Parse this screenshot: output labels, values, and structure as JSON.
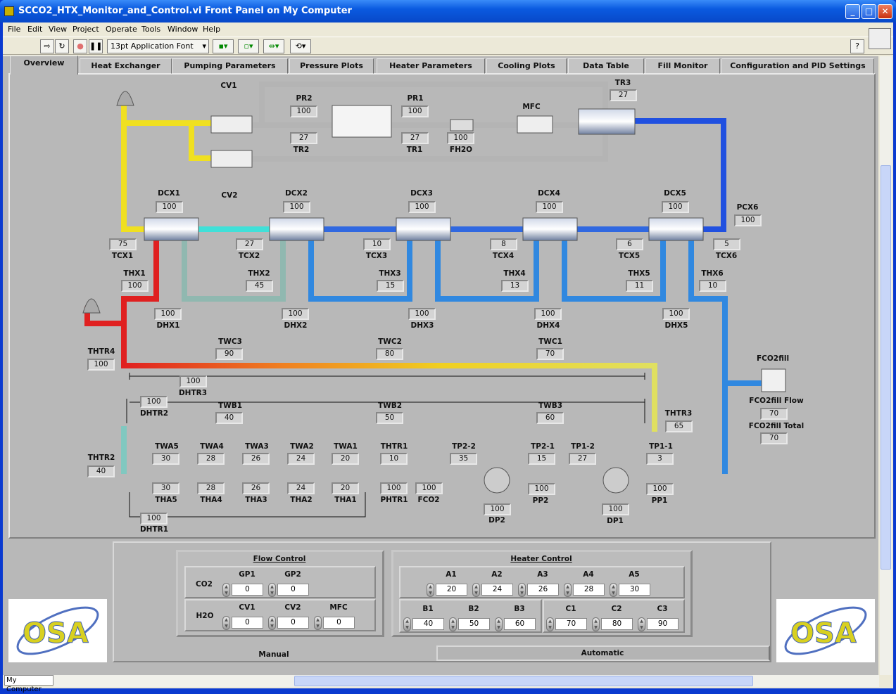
{
  "window": {
    "title": "SCCO2_HTX_Monitor_and_Control.vi Front Panel on My Computer"
  },
  "menu": [
    "File",
    "Edit",
    "View",
    "Project",
    "Operate",
    "Tools",
    "Window",
    "Help"
  ],
  "toolbar": {
    "font": "13pt Application Font"
  },
  "tabs": [
    "Overview",
    "Heat Exchanger",
    "Pumping Parameters",
    "Pressure Plots",
    "Heater Parameters",
    "Cooling Plots",
    "Data Table",
    "Fill Monitor",
    "Configuration and PID Settings"
  ],
  "labels": {
    "CV1": "CV1",
    "CV2": "CV2",
    "MFC": "MFC",
    "FCO2fill": "FCO2fill"
  },
  "indicators": {
    "PR2": {
      "label": "PR2",
      "value": "100"
    },
    "PR1": {
      "label": "PR1",
      "value": "100"
    },
    "TR2": {
      "label": "TR2",
      "value": "27"
    },
    "TR1": {
      "label": "TR1",
      "value": "27"
    },
    "FH2O": {
      "label": "FH2O",
      "value": "100"
    },
    "TR3": {
      "label": "TR3",
      "value": "27"
    },
    "DCX1": {
      "label": "DCX1",
      "value": "100"
    },
    "DCX2": {
      "label": "DCX2",
      "value": "100"
    },
    "DCX3": {
      "label": "DCX3",
      "value": "100"
    },
    "DCX4": {
      "label": "DCX4",
      "value": "100"
    },
    "DCX5": {
      "label": "DCX5",
      "value": "100"
    },
    "PCX6": {
      "label": "PCX6",
      "value": "100"
    },
    "TCX1": {
      "label": "TCX1",
      "value": "75"
    },
    "TCX2": {
      "label": "TCX2",
      "value": "27"
    },
    "TCX3": {
      "label": "TCX3",
      "value": "10"
    },
    "TCX4": {
      "label": "TCX4",
      "value": "8"
    },
    "TCX5": {
      "label": "TCX5",
      "value": "6"
    },
    "TCX6": {
      "label": "TCX6",
      "value": "5"
    },
    "THX1": {
      "label": "THX1",
      "value": "100"
    },
    "THX2": {
      "label": "THX2",
      "value": "45"
    },
    "THX3": {
      "label": "THX3",
      "value": "15"
    },
    "THX4": {
      "label": "THX4",
      "value": "13"
    },
    "THX5": {
      "label": "THX5",
      "value": "11"
    },
    "THX6": {
      "label": "THX6",
      "value": "10"
    },
    "DHX1": {
      "label": "DHX1",
      "value": "100"
    },
    "DHX2": {
      "label": "DHX2",
      "value": "100"
    },
    "DHX3": {
      "label": "DHX3",
      "value": "100"
    },
    "DHX4": {
      "label": "DHX4",
      "value": "100"
    },
    "DHX5": {
      "label": "DHX5",
      "value": "100"
    },
    "THTR4": {
      "label": "THTR4",
      "value": "100"
    },
    "TWC3": {
      "label": "TWC3",
      "value": "90"
    },
    "TWC2": {
      "label": "TWC2",
      "value": "80"
    },
    "TWC1": {
      "label": "TWC1",
      "value": "70"
    },
    "DHTR3": {
      "label": "DHTR3",
      "value": "100"
    },
    "DHTR2": {
      "label": "DHTR2",
      "value": "100"
    },
    "TWB1": {
      "label": "TWB1",
      "value": "40"
    },
    "TWB2": {
      "label": "TWB2",
      "value": "50"
    },
    "TWB3": {
      "label": "TWB3",
      "value": "60"
    },
    "THTR3": {
      "label": "THTR3",
      "value": "65"
    },
    "FCO2fillFlow": {
      "label": "FCO2fill Flow",
      "value": "70"
    },
    "FCO2fillTotal": {
      "label": "FCO2fill Total",
      "value": "70"
    },
    "THTR2": {
      "label": "THTR2",
      "value": "40"
    },
    "TWA5": {
      "label": "TWA5",
      "value": "30"
    },
    "TWA4": {
      "label": "TWA4",
      "value": "28"
    },
    "TWA3": {
      "label": "TWA3",
      "value": "26"
    },
    "TWA2": {
      "label": "TWA2",
      "value": "24"
    },
    "TWA1": {
      "label": "TWA1",
      "value": "20"
    },
    "THTR1": {
      "label": "THTR1",
      "value": "10"
    },
    "TP2-2": {
      "label": "TP2-2",
      "value": "35"
    },
    "TP2-1": {
      "label": "TP2-1",
      "value": "15"
    },
    "TP1-2": {
      "label": "TP1-2",
      "value": "27"
    },
    "TP1-1": {
      "label": "TP1-1",
      "value": "3"
    },
    "THA5": {
      "label": "THA5",
      "value": "30"
    },
    "THA4": {
      "label": "THA4",
      "value": "28"
    },
    "THA3": {
      "label": "THA3",
      "value": "26"
    },
    "THA2": {
      "label": "THA2",
      "value": "24"
    },
    "THA1": {
      "label": "THA1",
      "value": "20"
    },
    "PHTR1": {
      "label": "PHTR1",
      "value": "100"
    },
    "FCO2": {
      "label": "FCO2",
      "value": "100"
    },
    "DP2": {
      "label": "DP2",
      "value": "100"
    },
    "PP2": {
      "label": "PP2",
      "value": "100"
    },
    "DP1": {
      "label": "DP1",
      "value": "100"
    },
    "PP1": {
      "label": "PP1",
      "value": "100"
    },
    "DHTR1": {
      "label": "DHTR1",
      "value": "100"
    }
  },
  "flow_control": {
    "title": "Flow Control",
    "co2": {
      "label": "CO2",
      "controls": [
        {
          "label": "GP1",
          "value": "0"
        },
        {
          "label": "GP2",
          "value": "0"
        }
      ]
    },
    "h2o": {
      "label": "H2O",
      "controls": [
        {
          "label": "CV1",
          "value": "0"
        },
        {
          "label": "CV2",
          "value": "0"
        },
        {
          "label": "MFC",
          "value": "0"
        }
      ]
    }
  },
  "heater_control": {
    "title": "Heater Control",
    "a": [
      {
        "label": "A1",
        "value": "20"
      },
      {
        "label": "A2",
        "value": "24"
      },
      {
        "label": "A3",
        "value": "26"
      },
      {
        "label": "A4",
        "value": "28"
      },
      {
        "label": "A5",
        "value": "30"
      }
    ],
    "b": [
      {
        "label": "B1",
        "value": "40"
      },
      {
        "label": "B2",
        "value": "50"
      },
      {
        "label": "B3",
        "value": "60"
      }
    ],
    "c": [
      {
        "label": "C1",
        "value": "70"
      },
      {
        "label": "C2",
        "value": "80"
      },
      {
        "label": "C3",
        "value": "90"
      }
    ]
  },
  "mode_tabs": {
    "manual": "Manual",
    "automatic": "Automatic"
  },
  "logo": {
    "text": "OSA"
  },
  "status": {
    "target": "My Computer"
  }
}
